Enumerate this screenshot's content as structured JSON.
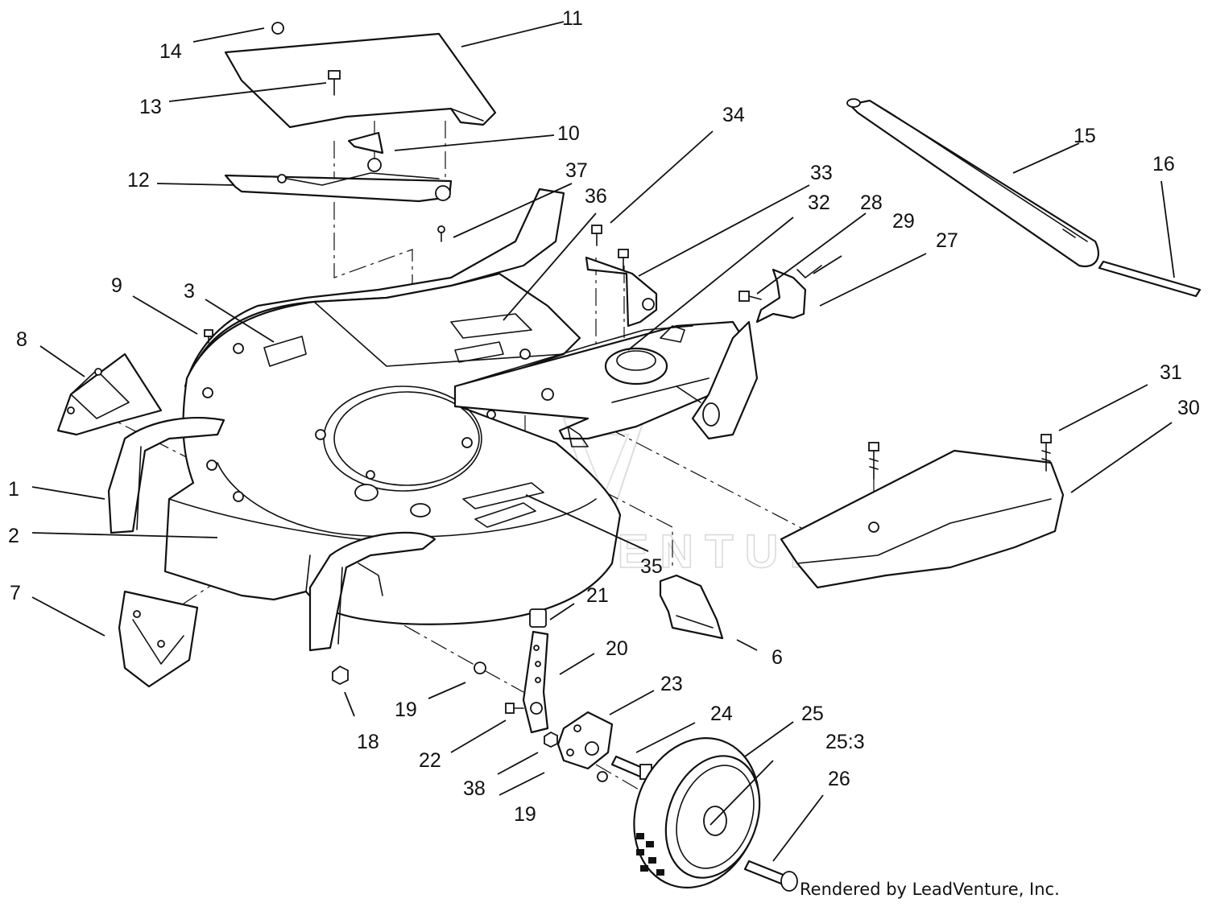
{
  "diagram": {
    "callouts": [
      {
        "id": "c1",
        "label": "1"
      },
      {
        "id": "c2",
        "label": "2"
      },
      {
        "id": "c3",
        "label": "3"
      },
      {
        "id": "c6",
        "label": "6"
      },
      {
        "id": "c7",
        "label": "7"
      },
      {
        "id": "c8",
        "label": "8"
      },
      {
        "id": "c9",
        "label": "9"
      },
      {
        "id": "c10",
        "label": "10"
      },
      {
        "id": "c11",
        "label": "11"
      },
      {
        "id": "c12",
        "label": "12"
      },
      {
        "id": "c13",
        "label": "13"
      },
      {
        "id": "c14",
        "label": "14"
      },
      {
        "id": "c15",
        "label": "15"
      },
      {
        "id": "c16",
        "label": "16"
      },
      {
        "id": "c18",
        "label": "18"
      },
      {
        "id": "c19a",
        "label": "19"
      },
      {
        "id": "c19b",
        "label": "19"
      },
      {
        "id": "c20",
        "label": "20"
      },
      {
        "id": "c21",
        "label": "21"
      },
      {
        "id": "c22",
        "label": "22"
      },
      {
        "id": "c23",
        "label": "23"
      },
      {
        "id": "c24",
        "label": "24"
      },
      {
        "id": "c25",
        "label": "25"
      },
      {
        "id": "c253",
        "label": "25:3"
      },
      {
        "id": "c26",
        "label": "26"
      },
      {
        "id": "c27",
        "label": "27"
      },
      {
        "id": "c28",
        "label": "28"
      },
      {
        "id": "c29",
        "label": "29"
      },
      {
        "id": "c30",
        "label": "30"
      },
      {
        "id": "c31",
        "label": "31"
      },
      {
        "id": "c32",
        "label": "32"
      },
      {
        "id": "c33",
        "label": "33"
      },
      {
        "id": "c34",
        "label": "34"
      },
      {
        "id": "c35",
        "label": "35"
      },
      {
        "id": "c36",
        "label": "36"
      },
      {
        "id": "c37",
        "label": "37"
      },
      {
        "id": "c38",
        "label": "38"
      }
    ],
    "watermark": "LEADVENTURE",
    "credit": "Rendered by LeadVenture, Inc."
  }
}
